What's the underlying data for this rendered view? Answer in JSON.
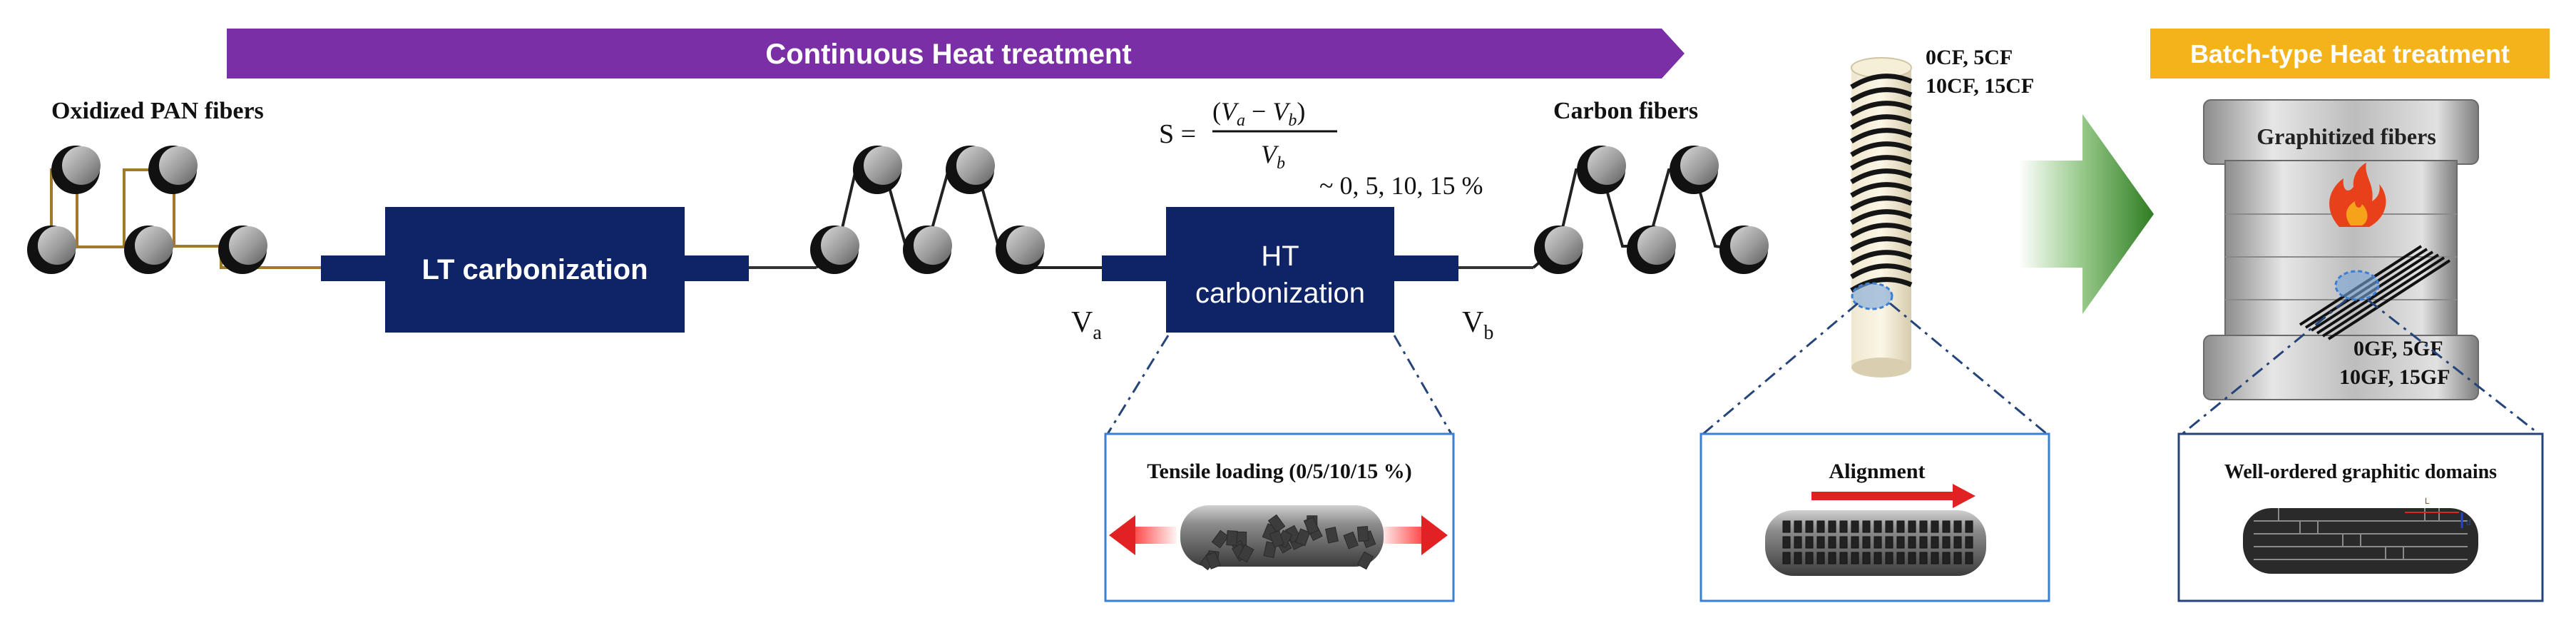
{
  "banners": {
    "continuous": "Continuous Heat treatment",
    "batch": "Batch-type Heat treatment"
  },
  "labels": {
    "oxidized_pan": "Oxidized PAN fibers",
    "carbon_fibers": "Carbon fibers",
    "lt_carbonization": "LT carbonization",
    "ht_line1": "HT",
    "ht_line2": "carbonization",
    "va": "V",
    "va_sub": "a",
    "vb": "V",
    "vb_sub": "b",
    "stretch_range": "~ 0, 5, 10, 15 %",
    "cf_line1": "0CF, 5CF",
    "cf_line2": "10CF, 15CF",
    "graphitized": "Graphitized fibers",
    "gf_line1": "0GF, 5GF",
    "gf_line2": "10GF, 15GF"
  },
  "formula": {
    "lhs": "S =",
    "numerator_open": "(",
    "va_var": "V",
    "va_sub": "a",
    "minus": " − ",
    "vb_var": "V",
    "vb_sub": "b",
    "numerator_close": ")",
    "den_var": "V",
    "den_sub": "b"
  },
  "insets": {
    "tensile": "Tensile loading (0/5/10/15 %)",
    "alignment": "Alignment",
    "graphitic": "Well-ordered graphitic domains",
    "tiny_label_1": "L",
    "tiny_label_2": "d"
  },
  "colors": {
    "banner_purple": "#7b2fa6",
    "banner_orange": "#f4b31a",
    "furnace_navy": "#0f2466",
    "inset_blue": "#3a7fd5",
    "guide_line": "#24447a",
    "arrow_green": "#3b8a2e",
    "arrow_red": "#e22222",
    "flame_red": "#e8401b",
    "fiber_gold": "#a07a2a"
  },
  "icons": [
    "roller-icon",
    "flame-icon",
    "tensile-arrow-icon",
    "process-arrow-icon"
  ]
}
